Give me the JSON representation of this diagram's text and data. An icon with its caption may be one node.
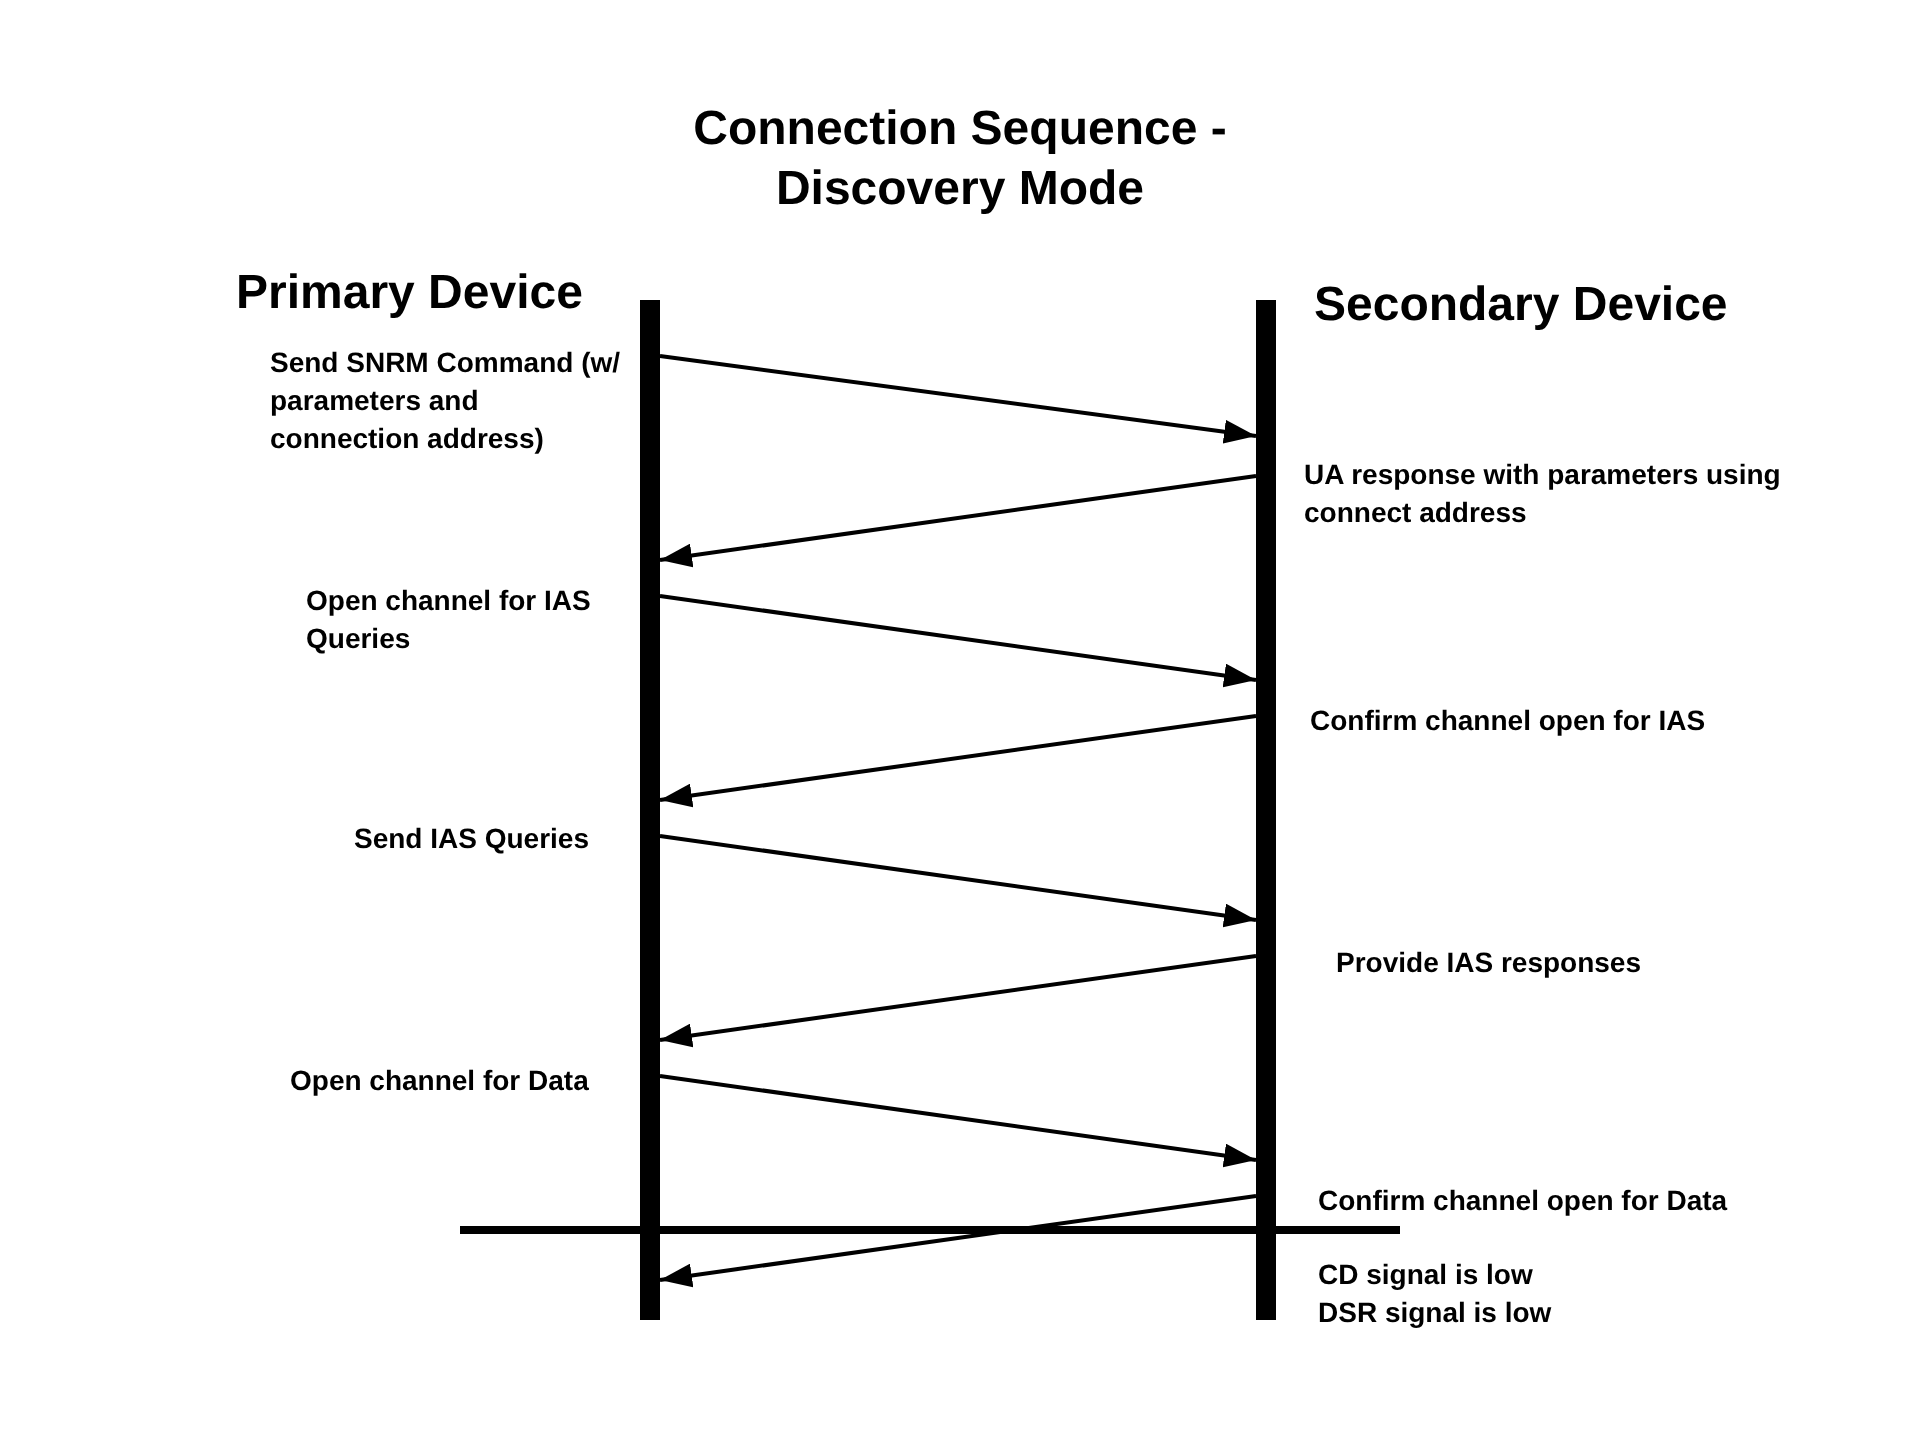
{
  "diagram": {
    "title": "Connection Sequence - Discovery Mode",
    "nodes": [
      {
        "text": [
          "Primary Device"
        ]
      },
      {
        "text": [
          "Secondary Device"
        ]
      }
    ],
    "edges": [
      {
        "from": 0,
        "to": 1,
        "arrow": "to",
        "label": "Send SNRM Command (w/ parameters and connection address)"
      },
      {
        "from": 1,
        "to": 0,
        "arrow": "to",
        "label": "UA response with parameters using connect address"
      },
      {
        "from": 0,
        "to": 1,
        "arrow": "to",
        "label": "Open channel for IAS Queries"
      },
      {
        "from": 1,
        "to": 0,
        "arrow": "to",
        "label": "Confirm channel open for IAS"
      },
      {
        "from": 0,
        "to": 1,
        "arrow": "to",
        "label": "Send IAS Queries"
      },
      {
        "from": 1,
        "to": 0,
        "arrow": "to",
        "label": "Provide IAS responses"
      },
      {
        "from": 0,
        "to": 1,
        "arrow": "to",
        "label": "Open channel for Data"
      },
      {
        "from": 1,
        "to": 0,
        "arrow": "to",
        "label": "Confirm channel open for Data"
      }
    ],
    "labels": [
      "CD signal is low",
      "DSR signal is low"
    ]
  }
}
